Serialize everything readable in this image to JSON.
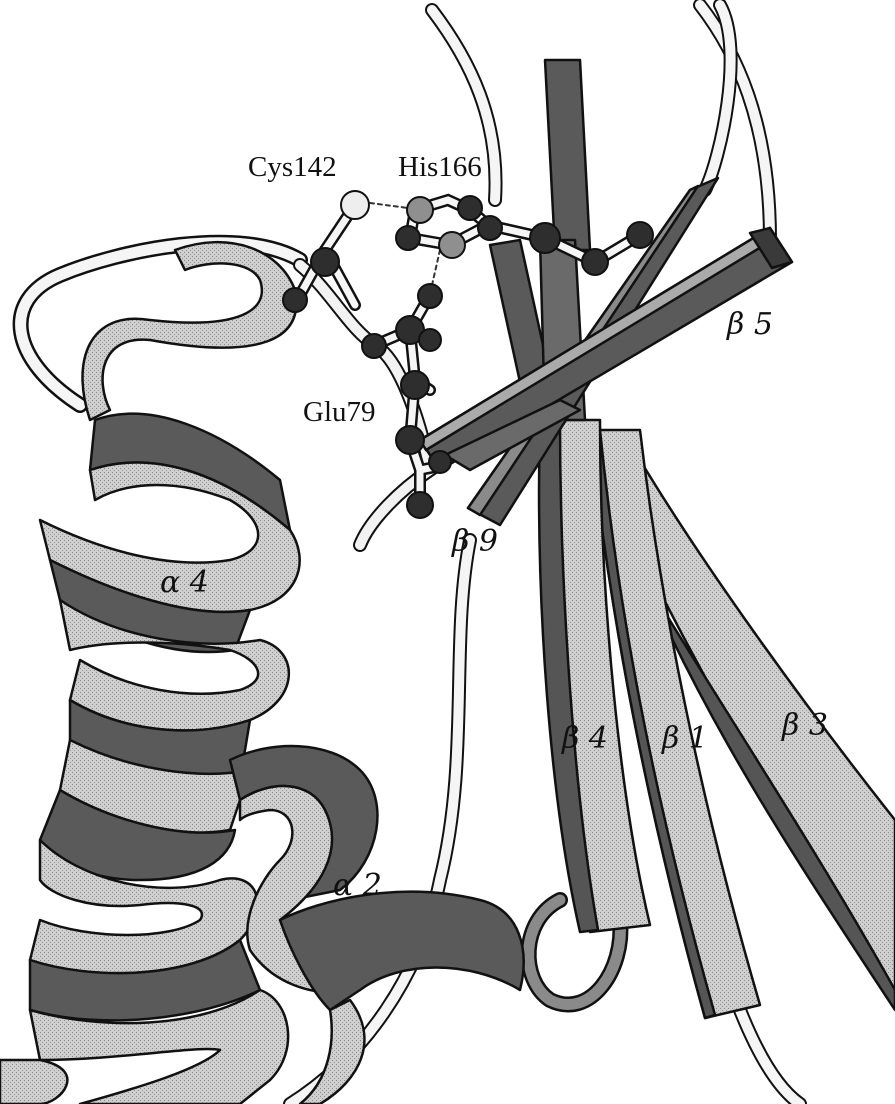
{
  "figure": {
    "labels": {
      "cys": "Cys142",
      "his": "His166",
      "glu": "Glu79",
      "b5": "β 5",
      "b9": "β 9",
      "a4": "α 4",
      "b4": "β 4",
      "b1": "β 1",
      "b3": "β 3",
      "a2": "α 2"
    }
  },
  "colors": {
    "background": "#ffffff",
    "outline": "#111111",
    "dark_face": "#555555",
    "light_face": "#c9c9c9",
    "white_face": "#f2f2f2",
    "atom": "#2e2e2e",
    "sulfur_atom": "#e6e6e6",
    "nitrogen_atom": "#8f8f8f"
  }
}
